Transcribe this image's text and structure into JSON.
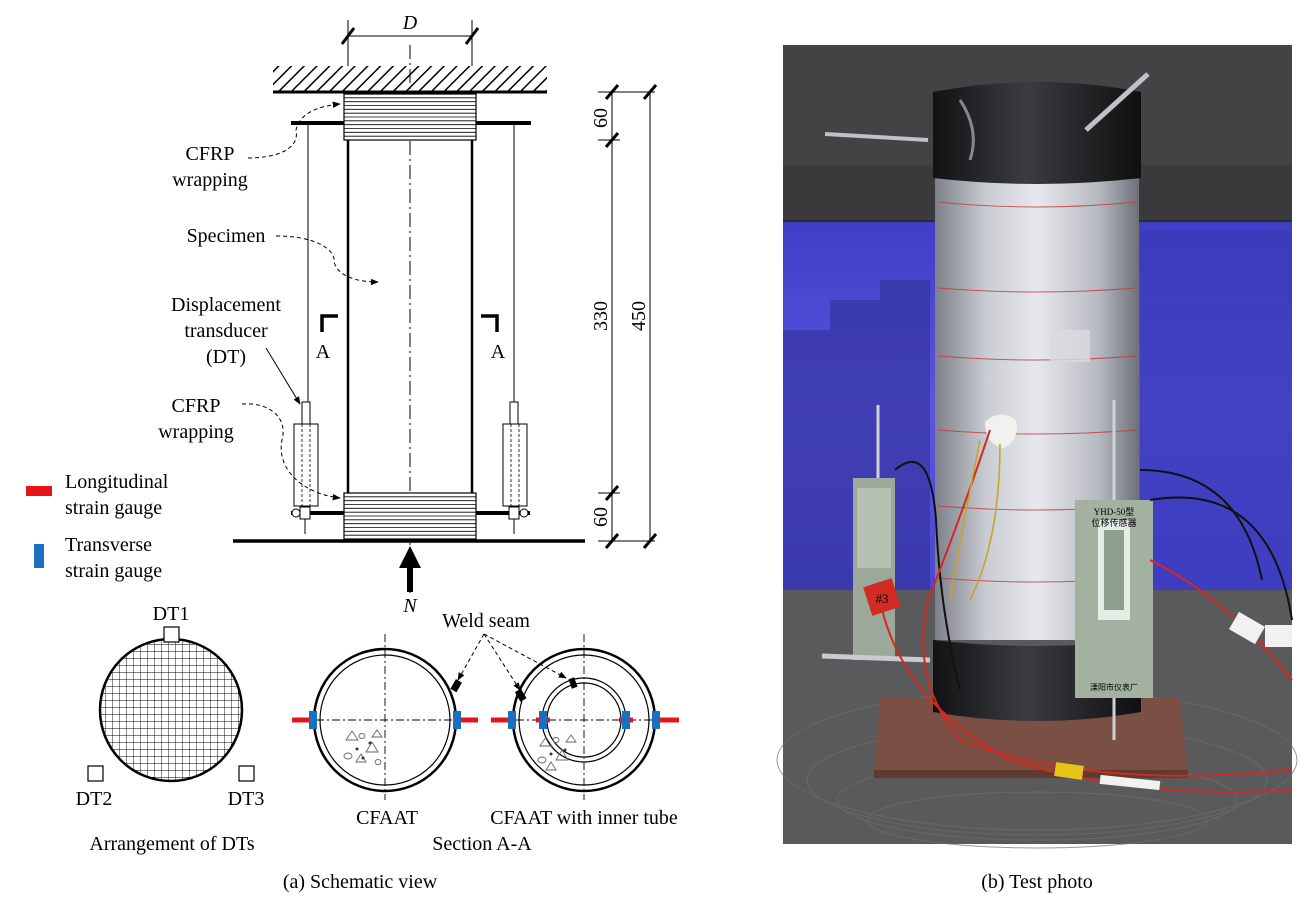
{
  "schematic": {
    "dim_diameter": "D",
    "cfrp_top": [
      "CFRP",
      "wrapping"
    ],
    "specimen": "Specimen",
    "dt_label": [
      "Displacement",
      "transducer",
      "(DT)"
    ],
    "cfrp_bottom": [
      "CFRP",
      "wrapping"
    ],
    "section_mark": "A",
    "load": "N",
    "dims": {
      "top": "60",
      "middle": "330",
      "bottom": "60",
      "total": "450"
    }
  },
  "legend": {
    "items": [
      {
        "lines": [
          "Longitudinal",
          "strain gauge"
        ],
        "color": "#e8141c"
      },
      {
        "lines": [
          "Transverse",
          "strain gauge"
        ],
        "color": "#1b6fc1"
      }
    ]
  },
  "arrangement": {
    "dt1": "DT1",
    "dt2": "DT2",
    "dt3": "DT3",
    "caption": "Arrangement of DTs"
  },
  "section": {
    "weld_seam": "Weld seam",
    "cfaat": "CFAAT",
    "cfaat_inner": "CFAAT with inner tube",
    "caption": "Section A-A"
  },
  "captions": {
    "a": "(a) Schematic view",
    "b": "(b) Test photo"
  },
  "photo": {
    "label_top": "YHD-50型",
    "label_mid": "位移传感器",
    "label_bot": "溧阳市仪表厂",
    "tag_left": "#3"
  }
}
